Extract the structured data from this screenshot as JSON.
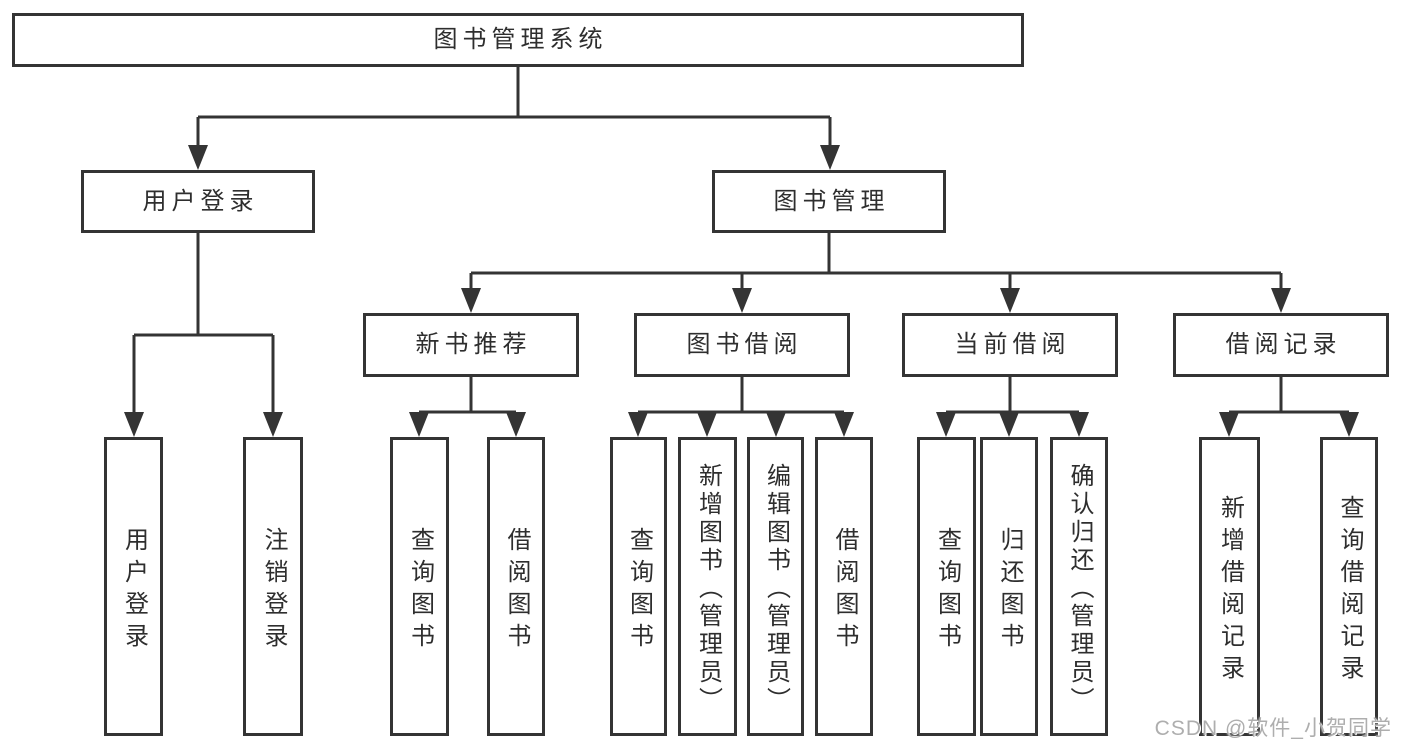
{
  "diagram": {
    "root": {
      "label": "图书管理系统"
    },
    "level2": {
      "user_login": {
        "label": "用户登录"
      },
      "book_manage": {
        "label": "图书管理"
      }
    },
    "level3": {
      "new_books": {
        "label": "新书推荐"
      },
      "book_borrow": {
        "label": "图书借阅"
      },
      "current_borrow": {
        "label": "当前借阅"
      },
      "borrow_records": {
        "label": "借阅记录"
      }
    },
    "leaves": {
      "user_login": [
        "用户登录",
        "注销登录"
      ],
      "new_books": [
        "查询图书",
        "借阅图书"
      ],
      "book_borrow": [
        "查询图书",
        "新增图书（管理员）",
        "编辑图书（管理员）",
        "借阅图书"
      ],
      "current_borrow": [
        "查询图书",
        "归还图书",
        "确认归还（管理员）"
      ],
      "borrow_records": [
        "新增借阅记录",
        "查询借阅记录"
      ]
    },
    "watermark": "CSDN @软件_小贺同学",
    "colors": {
      "line": "#343434",
      "box_border": "#343434",
      "text": "#2e2e2e",
      "background": "#ffffff",
      "watermark": "#aeaeae"
    }
  }
}
